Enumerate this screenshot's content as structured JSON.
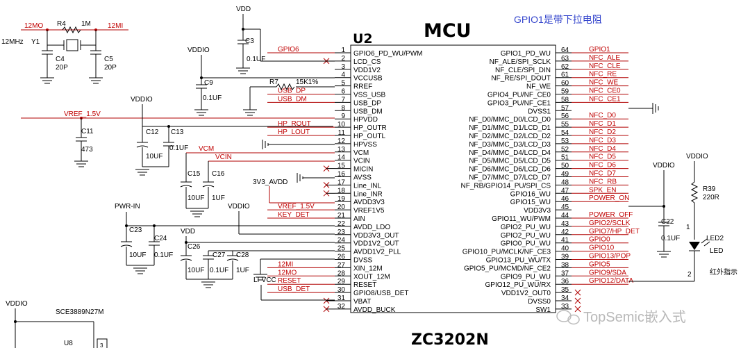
{
  "header": {
    "mcu_title": "MCU",
    "note": "GPIO1是带下拉电阻",
    "ref": "U2",
    "part": "ZC3202N"
  },
  "left_pins": [
    {
      "num": "1",
      "name": "GPIO6_PD_WU/PWM",
      "net": "GPIO6"
    },
    {
      "num": "2",
      "name": "LCD_CS",
      "net": ""
    },
    {
      "num": "3",
      "name": "VDD1V2",
      "net": ""
    },
    {
      "num": "4",
      "name": "VCCUSB",
      "net": ""
    },
    {
      "num": "5",
      "name": "RREF",
      "net": ""
    },
    {
      "num": "6",
      "name": "VSS_USB",
      "net": "USB_DP"
    },
    {
      "num": "7",
      "name": "USB_DP",
      "net": "USB_DM"
    },
    {
      "num": "8",
      "name": "USB_DM",
      "net": ""
    },
    {
      "num": "9",
      "name": "HPVDD",
      "net": ""
    },
    {
      "num": "10",
      "name": "HP_OUTR",
      "net": "HP_ROUT"
    },
    {
      "num": "11",
      "name": "HP_OUTL",
      "net": "HP_LOUT"
    },
    {
      "num": "12",
      "name": "HPVSS",
      "net": ""
    },
    {
      "num": "13",
      "name": "VCM",
      "net": ""
    },
    {
      "num": "14",
      "name": "VCIN",
      "net": ""
    },
    {
      "num": "15",
      "name": "MICIN",
      "net": ""
    },
    {
      "num": "16",
      "name": "AVSS",
      "net": ""
    },
    {
      "num": "17",
      "name": "Line_INL",
      "net": ""
    },
    {
      "num": "18",
      "name": "Line_INR",
      "net": ""
    },
    {
      "num": "19",
      "name": "AVDD3V3",
      "net": ""
    },
    {
      "num": "20",
      "name": "VREF1V5",
      "net": "VREF_1.5V"
    },
    {
      "num": "21",
      "name": "AIN",
      "net": "KEY_DET"
    },
    {
      "num": "22",
      "name": "AVDD_LDO",
      "net": ""
    },
    {
      "num": "23",
      "name": "VDD3V3_OUT",
      "net": ""
    },
    {
      "num": "24",
      "name": "VDD1V2_OUT",
      "net": ""
    },
    {
      "num": "25",
      "name": "AVDD1V2_PLL",
      "net": ""
    },
    {
      "num": "26",
      "name": "DVSS",
      "net": ""
    },
    {
      "num": "27",
      "name": "XIN_12M",
      "net": "12MI"
    },
    {
      "num": "28",
      "name": "XOUT_12M",
      "net": "12MO"
    },
    {
      "num": "29",
      "name": "RESET",
      "net": "RESET"
    },
    {
      "num": "30",
      "name": "GPIO8/USB_DET",
      "net": "USB_DET"
    },
    {
      "num": "31",
      "name": "VBAT",
      "net": ""
    },
    {
      "num": "32",
      "name": "AVDD_BUCK",
      "net": ""
    }
  ],
  "right_pins": [
    {
      "num": "64",
      "name": "GPIO1_PD_WU",
      "net": "GPIO1"
    },
    {
      "num": "63",
      "name": "NF_ALE/SPI_SCLK",
      "net": "NFC_ALE"
    },
    {
      "num": "62",
      "name": "NF_CLE/SPI_DIN",
      "net": "NFC_CLE"
    },
    {
      "num": "61",
      "name": "NF_RE/SPI_DOUT",
      "net": "NFC_RE"
    },
    {
      "num": "60",
      "name": "NF_WE",
      "net": "NFC_WE"
    },
    {
      "num": "59",
      "name": "GPIO4_PU/NF_CE0",
      "net": "NFC_CE0"
    },
    {
      "num": "58",
      "name": "GPIO3_PU/NF_CE1",
      "net": "NFC_CE1"
    },
    {
      "num": "57",
      "name": "DVSS1",
      "net": ""
    },
    {
      "num": "56",
      "name": "NF_D0/MMC_D0/LCD_D0",
      "net": "NFC_D0"
    },
    {
      "num": "55",
      "name": "NF_D1/MMC_D1/LCD_D1",
      "net": "NFC_D1"
    },
    {
      "num": "54",
      "name": "NF_D2/MMC_D2/LCD_D2",
      "net": "NFC_D2"
    },
    {
      "num": "53",
      "name": "NF_D3/MMC_D3/LCD_D3",
      "net": "NFC_D3"
    },
    {
      "num": "52",
      "name": "NF_D4/MMC_D4/LCD_D4",
      "net": "NFC_D4"
    },
    {
      "num": "51",
      "name": "NF_D5/MMC_D5/LCD_D5",
      "net": "NFC_D5"
    },
    {
      "num": "50",
      "name": "NF_D6/MMC_D6/LCD_D6",
      "net": "NFC_D6"
    },
    {
      "num": "49",
      "name": "NF_D7/MMC_D7/LCD_D7",
      "net": "NFC_D7"
    },
    {
      "num": "48",
      "name": "NF_RB/GPIO14_PU/SPI_CS",
      "net": "NFC_RB"
    },
    {
      "num": "47",
      "name": "GPIO16_WU",
      "net": "SPK_EN"
    },
    {
      "num": "46",
      "name": "GPIO15_WU",
      "net": "POWER_ON"
    },
    {
      "num": "45",
      "name": "VDD3V3",
      "net": ""
    },
    {
      "num": "44",
      "name": "GPIO11_WU/PWM",
      "net": "POWER_OFF"
    },
    {
      "num": "43",
      "name": "GPIO2_PU_WU",
      "net": "GPIO2/SCLK"
    },
    {
      "num": "42",
      "name": "GPIO2_PU_WU",
      "net": "GPIO7/HP_DET"
    },
    {
      "num": "41",
      "name": "GPIO0_PU_WU",
      "net": "GPIO0"
    },
    {
      "num": "40",
      "name": "GPIO10_PU/MCLK/NF_CE3",
      "net": "GPIO10"
    },
    {
      "num": "39",
      "name": "GPIO13_PU_WU/TX",
      "net": "GPIO13/POP"
    },
    {
      "num": "38",
      "name": "GPIO5_PU/MCMD/NF_CE2",
      "net": "GPIO5"
    },
    {
      "num": "37",
      "name": "GPIO9_PU_WU",
      "net": "GPIO9/SDA"
    },
    {
      "num": "36",
      "name": "GPIO12_PU_WU/RX",
      "net": "GPIO12/DATA"
    },
    {
      "num": "35",
      "name": "VDD1V2_OUT0",
      "net": ""
    },
    {
      "num": "34",
      "name": "DVSS0",
      "net": ""
    },
    {
      "num": "33",
      "name": "SW1",
      "net": ""
    }
  ],
  "components": {
    "r4": {
      "ref": "R4",
      "value": "1M"
    },
    "y1": {
      "ref": "Y1",
      "value": "12MHz"
    },
    "c4": {
      "ref": "C4",
      "value": "20P"
    },
    "c5": {
      "ref": "C5",
      "value": "20P"
    },
    "c3": {
      "ref": "C3",
      "value": "0.1UF"
    },
    "c9": {
      "ref": "C9",
      "value": "0.1UF"
    },
    "r7": {
      "ref": "R7",
      "value": "15K1%"
    },
    "c11": {
      "ref": "C11",
      "value": "473"
    },
    "c12": {
      "ref": "C12",
      "value": "10UF"
    },
    "c13": {
      "ref": "C13",
      "value": "0.1UF"
    },
    "c15": {
      "ref": "C15",
      "value": "10UF"
    },
    "c16": {
      "ref": "C16",
      "value": "1UF"
    },
    "c23": {
      "ref": "C23",
      "value": "10UF"
    },
    "c24": {
      "ref": "C24",
      "value": "0.1UF"
    },
    "c26": {
      "ref": "C26",
      "value": "10UF"
    },
    "c27": {
      "ref": "C27",
      "value": "0.1UF"
    },
    "c28": {
      "ref": "C28",
      "value": "1UF"
    },
    "c22": {
      "ref": "C22",
      "value": "0.1UF"
    },
    "r39": {
      "ref": "R39",
      "value": "220R"
    },
    "led2": {
      "ref": "LED2",
      "value": "LED"
    },
    "u8": {
      "ref": "U8",
      "value": "SCE3889N27M"
    }
  },
  "nets": {
    "n12mo": "12MO",
    "n12mi": "12MI",
    "vdd": "VDD",
    "vddio": "VDDIO",
    "vref": "VREF_1.5V",
    "vcm": "VCM",
    "vcin": "VCIN",
    "v3v3avdd": "3V3_AVDD",
    "pwrin": "PWR-IN",
    "livcc": "LI-VCC"
  },
  "annotations": {
    "red_indicator": "红外指示",
    "watermark": "TopSemic嵌入式"
  },
  "colors": {
    "wire": "#000000",
    "net_label": "#c00000",
    "note": "#3344cc"
  }
}
